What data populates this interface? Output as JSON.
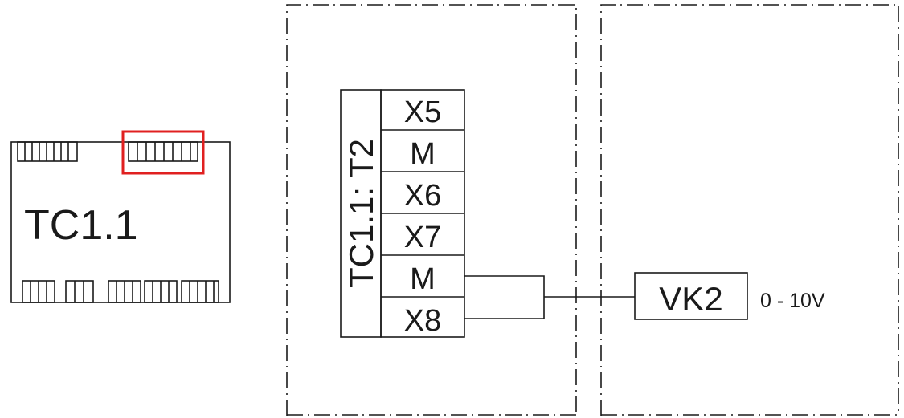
{
  "board": {
    "label": "TC1.1",
    "highlight_color": "#e02020"
  },
  "terminal_block": {
    "vertical_label": "TC1.1:  T2",
    "terminals": [
      "X5",
      "M",
      "X6",
      "X7",
      "M",
      "X8"
    ]
  },
  "device": {
    "label": "VK2",
    "signal": "0 - 10V"
  },
  "colors": {
    "line": "#1a1a1a",
    "highlight": "#e02020"
  }
}
